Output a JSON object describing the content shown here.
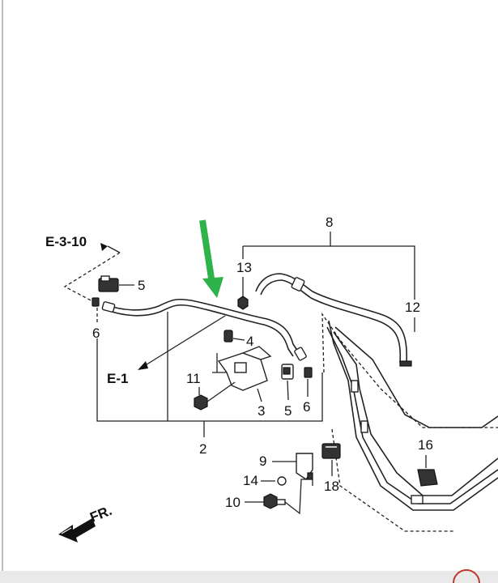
{
  "diagram": {
    "refs": {
      "e310": "E-3-10",
      "e1": "E-1"
    },
    "callouts": {
      "c2": "2",
      "c3": "3",
      "c4": "4",
      "c5a": "5",
      "c5b": "5",
      "c6a": "6",
      "c6b": "6",
      "c8": "8",
      "c9": "9",
      "c10": "10",
      "c11": "11",
      "c12": "12",
      "c13": "13",
      "c14": "14",
      "c16": "16",
      "c18": "18"
    },
    "front": "FR.",
    "highlight_color": "#2db34a"
  }
}
